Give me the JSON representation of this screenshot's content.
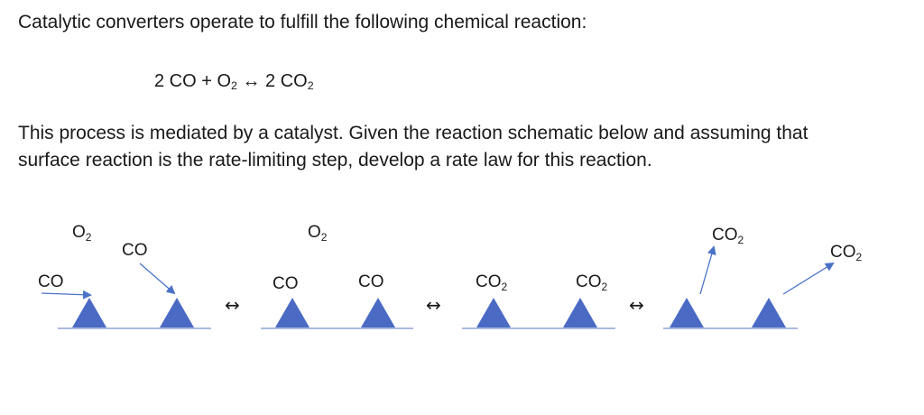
{
  "intro": "Catalytic converters operate to fulfill the following chemical reaction:",
  "equation": {
    "coef_left": "2 CO + O",
    "sub_left": "2",
    "arrow": " ↔ 2 CO",
    "sub_right": "2"
  },
  "paragraph": {
    "line1": "This process is mediated by a catalyst.  Given the reaction schematic below and assuming that",
    "line2": "surface reaction is the rate-limiting step, develop a rate law for this reaction."
  },
  "schematic": {
    "co": "CO",
    "o2_main": "O",
    "o2_sub": "2",
    "co2_main": "CO",
    "co2_sub": "2",
    "reversible_arrow": "↔",
    "site_color": "#4a6ac4",
    "arrow_color": "#4a72c8",
    "surface_color": "#8fa3d6"
  }
}
